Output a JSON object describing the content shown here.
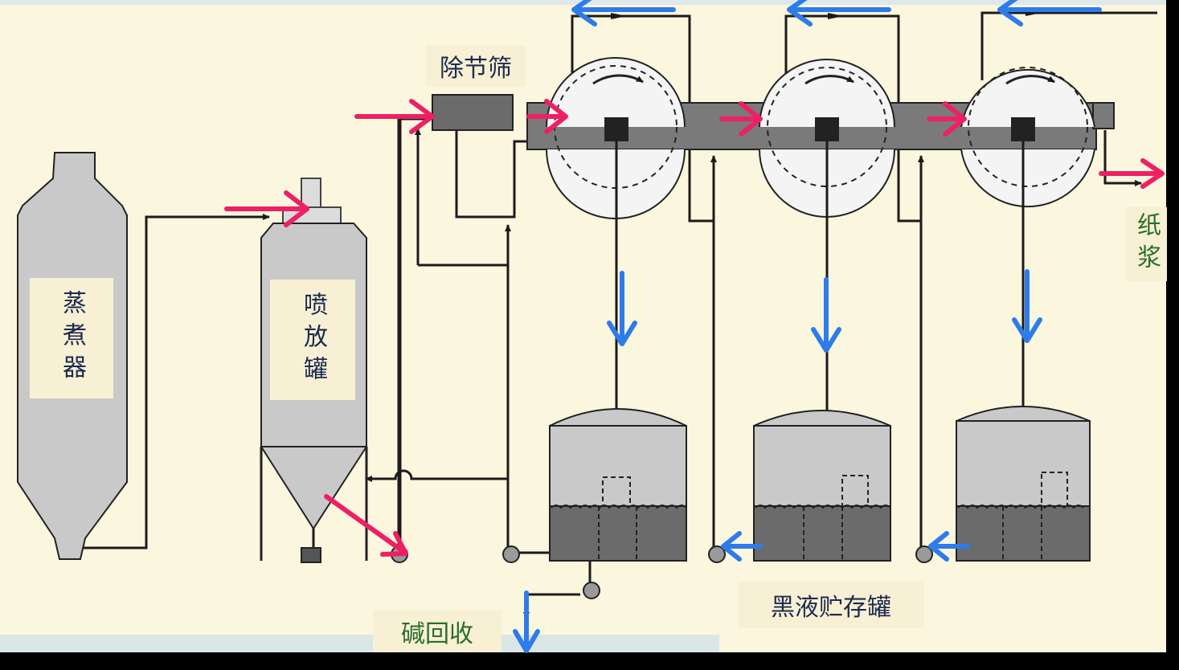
{
  "labels": {
    "digester": "蒸煮器",
    "blow_tank": "喷放罐",
    "knotter": "除节筛",
    "pulp": "纸浆",
    "alkali_recovery": "碱回收",
    "black_liquor_tanks": "黑液贮存罐"
  },
  "colors": {
    "background": "#fbf6de",
    "equipment_fill": "#c9c9c9",
    "liquor_fill": "#6b6b6b",
    "pipe": "#1b1b1b",
    "pulp_flow_arrow": "#ee2064",
    "liquor_flow_arrow": "#2e7bea",
    "label_text": "#1c2a4e",
    "pulp_label_text": "#2b6e2b"
  },
  "icons": {
    "pulp_flow": "pink-arrow-icon",
    "liquor_flow": "blue-arrow-icon",
    "pump": "pump-circle-icon"
  }
}
